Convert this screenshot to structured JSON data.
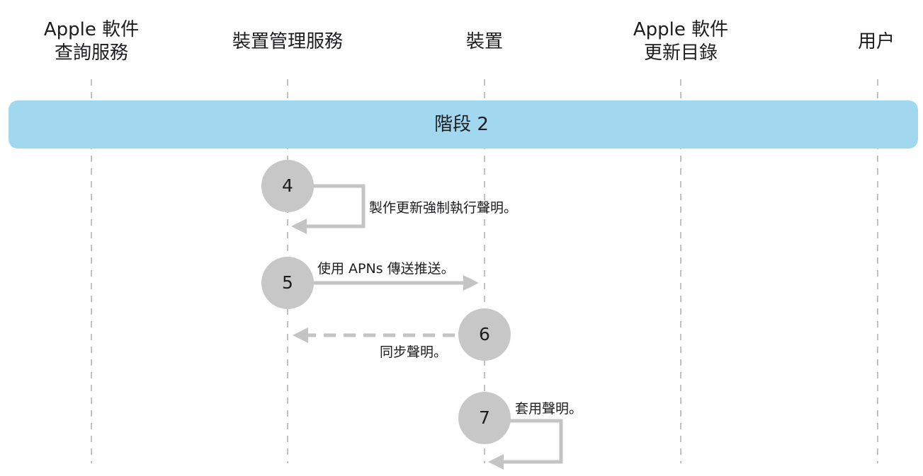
{
  "lanes": [
    {
      "id": "lookup",
      "lines": [
        "Apple 軟件",
        "查詢服務"
      ]
    },
    {
      "id": "mdm",
      "lines": [
        "裝置管理服務"
      ]
    },
    {
      "id": "device",
      "lines": [
        "裝置"
      ]
    },
    {
      "id": "catalog",
      "lines": [
        "Apple 軟件",
        "更新目錄"
      ]
    },
    {
      "id": "user",
      "lines": [
        "用户"
      ]
    }
  ],
  "phase": {
    "label": "階段 2",
    "color": "#a2d8ef"
  },
  "steps": [
    {
      "number": "4",
      "label": "製作更新強制執行聲明。"
    },
    {
      "number": "5",
      "label": "使用 APNs 傳送推送。"
    },
    {
      "number": "6",
      "label": "同步聲明。"
    },
    {
      "number": "7",
      "label": "套用聲明。"
    }
  ],
  "colors": {
    "circle": "#c7c7c7",
    "arrow": "#c4c4c4",
    "lifeline": "#9a9a9a",
    "text": "#1d1d1f"
  }
}
